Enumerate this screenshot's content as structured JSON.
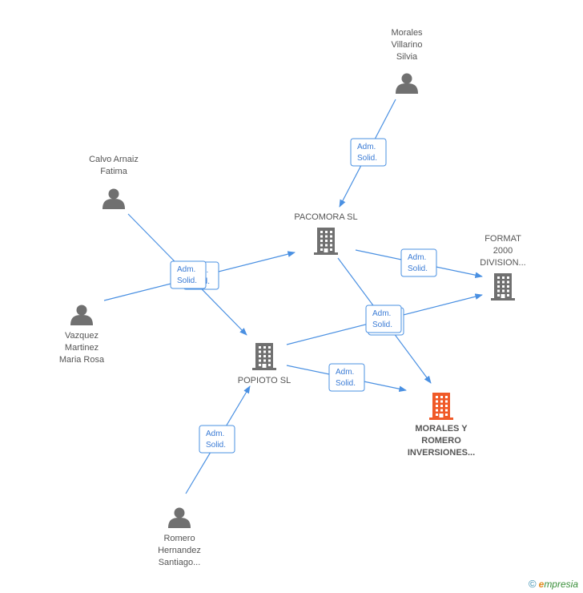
{
  "nodes": [
    {
      "id": "morales_villarino",
      "type": "person",
      "label": [
        "Morales",
        "Villarino",
        "Silvia"
      ]
    },
    {
      "id": "calvo_arnaiz",
      "type": "person",
      "label": [
        "Calvo Arnaiz",
        "Fatima"
      ]
    },
    {
      "id": "vazquez_martinez",
      "type": "person",
      "label": [
        "Vazquez",
        "Martinez",
        "Maria Rosa"
      ]
    },
    {
      "id": "romero_hernandez",
      "type": "person",
      "label": [
        "Romero",
        "Hernandez",
        "Santiago..."
      ]
    },
    {
      "id": "pacomora",
      "type": "company",
      "label": [
        "PACOMORA SL"
      ]
    },
    {
      "id": "format2000",
      "type": "company",
      "label": [
        "FORMAT",
        "2000",
        "DIVISION..."
      ]
    },
    {
      "id": "popioto",
      "type": "company",
      "label": [
        "POPIOTO SL"
      ]
    },
    {
      "id": "morales_romero",
      "type": "company",
      "focus": true,
      "label": [
        "MORALES Y",
        "ROMERO",
        "INVERSIONES..."
      ]
    }
  ],
  "edges": [
    {
      "from": "morales_villarino",
      "to": "pacomora",
      "label": [
        "Adm.",
        "Solid."
      ]
    },
    {
      "from": "calvo_arnaiz",
      "to": "popioto",
      "label": [
        "Adm.",
        "Solid."
      ]
    },
    {
      "from": "vazquez_martinez",
      "to": "pacomora",
      "label": [
        "Adm.",
        "Solid."
      ]
    },
    {
      "from": "pacomora",
      "to": "format2000",
      "label": [
        "Adm.",
        "Solid."
      ]
    },
    {
      "from": "pacomora",
      "to": "morales_romero",
      "label": [
        "Adm.",
        "Solid."
      ]
    },
    {
      "from": "popioto",
      "to": "format2000",
      "label": [
        "Adm.",
        "Solid."
      ]
    },
    {
      "from": "popioto",
      "to": "morales_romero",
      "label": [
        "Adm.",
        "Solid."
      ]
    },
    {
      "from": "romero_hernandez",
      "to": "popioto",
      "label": [
        "Adm.",
        "Solid."
      ]
    }
  ],
  "colors": {
    "person_icon": "#707070",
    "company_icon": "#707070",
    "focus_icon": "#f05a28",
    "edge": "#4a90e2",
    "label_text": "#555555"
  },
  "footer": {
    "copyright_symbol": "©",
    "brand_initial": "e",
    "brand_rest": "mpresia"
  }
}
